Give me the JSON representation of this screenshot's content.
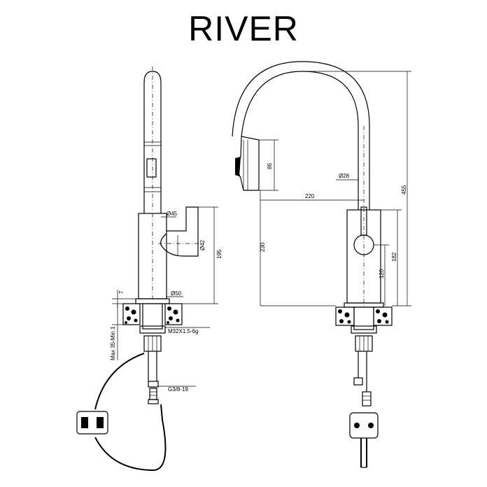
{
  "title": "RIVER",
  "side_view": {
    "dims": {
      "spout_dia": "Ø45",
      "handle_dia": "Ø42",
      "body_height": "195",
      "base_dia": "Ø50",
      "base_thickness": "7",
      "thread": "M32X1.5-6g",
      "max_counter": "Max 35-Min 1",
      "hose_thread": "G3/8-19"
    }
  },
  "front_view": {
    "dims": {
      "spray_length": "86",
      "spray_dia": "Ø28",
      "reach": "220",
      "spout_clearance": "230",
      "total_height": "455",
      "handle_height": "182",
      "body_height": "120"
    }
  }
}
